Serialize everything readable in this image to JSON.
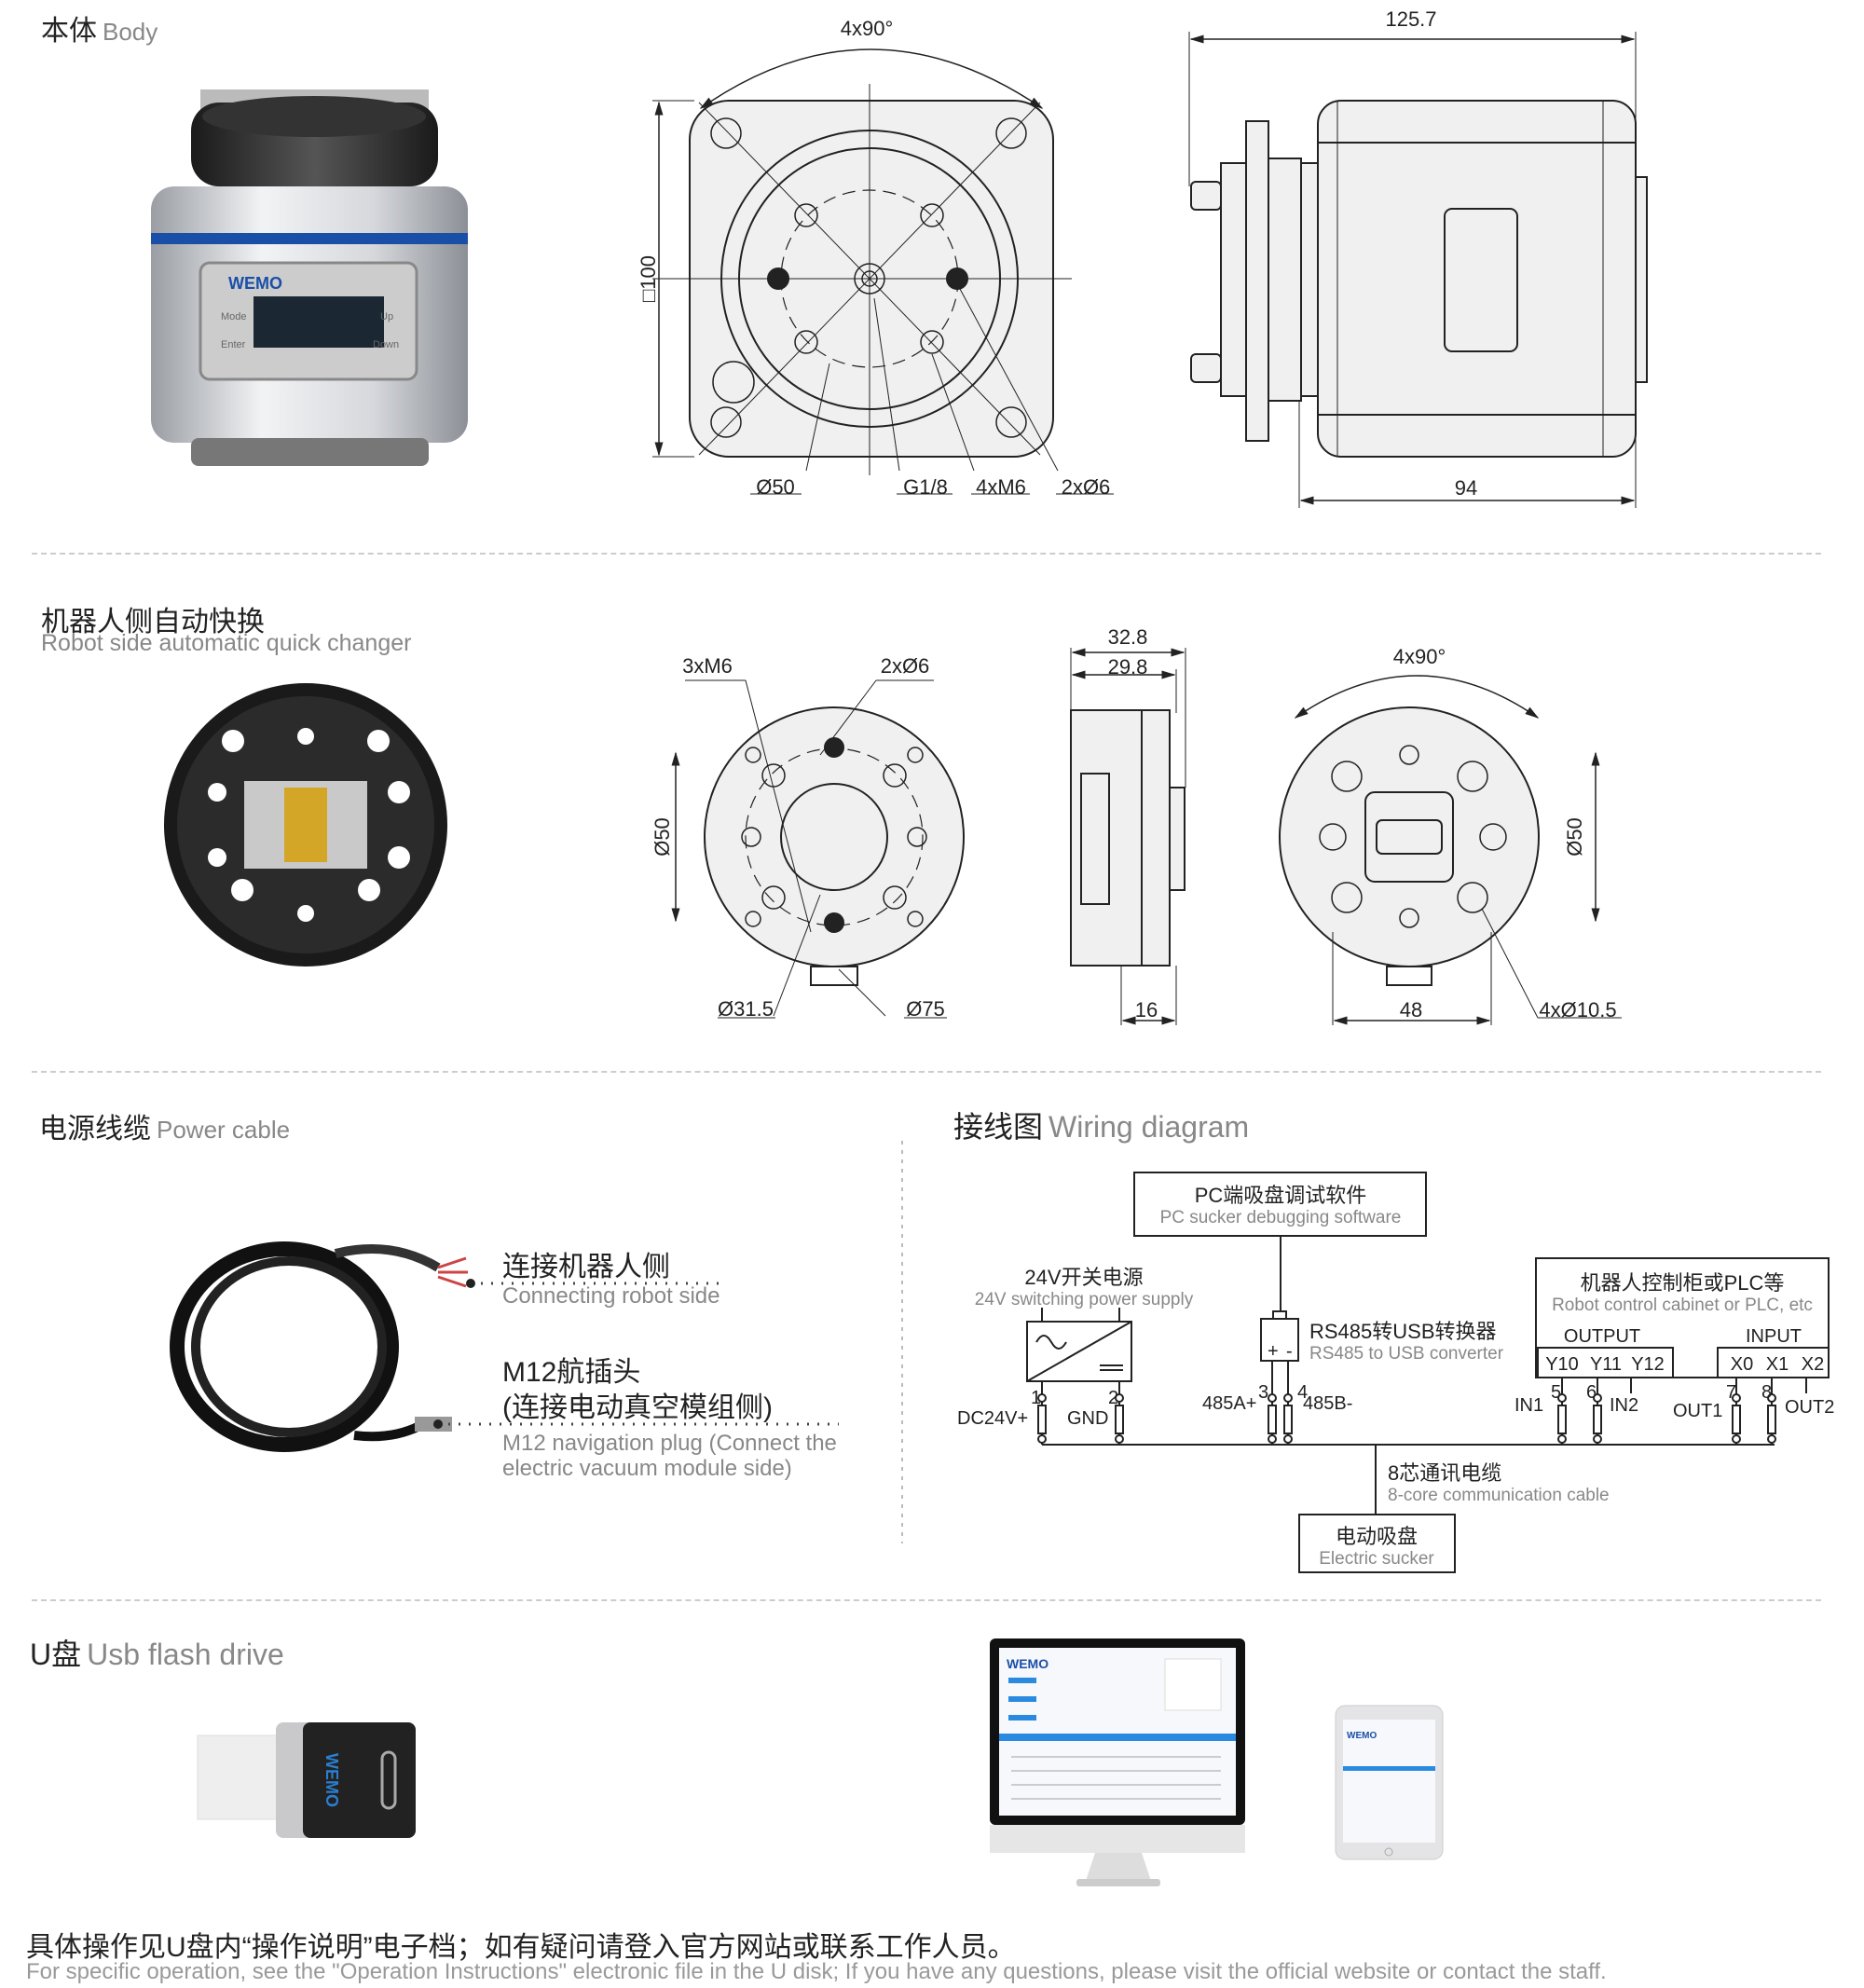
{
  "sections": {
    "body": {
      "zh": "本体",
      "en": "Body"
    },
    "changer": {
      "zh": "机器人侧自动快换",
      "en": "Robot side automatic quick changer"
    },
    "cable": {
      "zh": "电源线缆",
      "en": "Power cable"
    },
    "wiring": {
      "zh": "接线图",
      "en": "Wiring diagram"
    },
    "usb": {
      "zh": "U盘",
      "en": "Usb flash drive"
    }
  },
  "body_front_dims": {
    "angle": "4x90°",
    "side": "□100",
    "d50": "Ø50",
    "g18": "G1/8",
    "m6": "4xM6",
    "d6": "2xØ6"
  },
  "body_side_dims": {
    "length": "125.7",
    "body": "94"
  },
  "body_photo": {
    "logo": "WEMO",
    "mode": "Mode",
    "enter": "Enter",
    "up": "Up",
    "down": "Down"
  },
  "changer_dims": {
    "m6": "3xM6",
    "d6": "2xØ6",
    "d50": "Ø50",
    "d315": "Ø31.5",
    "d75": "Ø75",
    "w328": "32.8",
    "w298": "29.8",
    "w16": "16",
    "angle": "4x90°",
    "d50b": "Ø50",
    "w48": "48",
    "d105": "4xØ10.5"
  },
  "cable": {
    "robot_zh": "连接机器人侧",
    "robot_en": "Connecting robot side",
    "m12_zh1": "M12航插头",
    "m12_zh2": "(连接电动真空模组侧)",
    "m12_en1": "M12 navigation plug (Connect the",
    "m12_en2": "electric vacuum module side)"
  },
  "wiring": {
    "pc": {
      "zh": "PC端吸盘调试软件",
      "en": "PC sucker debugging software"
    },
    "power": {
      "zh": "24V开关电源",
      "en": "24V switching power supply"
    },
    "converter": {
      "zh": "RS485转USB转换器",
      "en": "RS485 to USB converter",
      "plus": "+",
      "minus": "-"
    },
    "robot": {
      "zh": "机器人控制柜或PLC等",
      "en": "Robot control cabinet or PLC, etc",
      "output": "OUTPUT",
      "input": "INPUT",
      "y": [
        "Y10",
        "Y11",
        "Y12"
      ],
      "x": [
        "X0",
        "X1",
        "X2"
      ]
    },
    "pins": [
      "1",
      "2",
      "3",
      "4",
      "5",
      "6",
      "7",
      "8"
    ],
    "pin_labels": [
      "DC24V+",
      "GND",
      "485A+",
      "485B-",
      "IN1",
      "IN2",
      "OUT1",
      "OUT2"
    ],
    "cable": {
      "zh": "8芯通讯电缆",
      "en": "8-core communication cable"
    },
    "sucker": {
      "zh": "电动吸盘",
      "en": "Electric sucker"
    }
  },
  "screens": {
    "logo": "WEMO"
  },
  "footer": {
    "zh": "具体操作见U盘内“操作说明”电子档；如有疑问请登入官方网站或联系工作人员。",
    "en": "For specific operation, see the \"Operation Instructions\" electronic file in the U disk; If you have any questions, please visit the official website or contact the staff."
  }
}
